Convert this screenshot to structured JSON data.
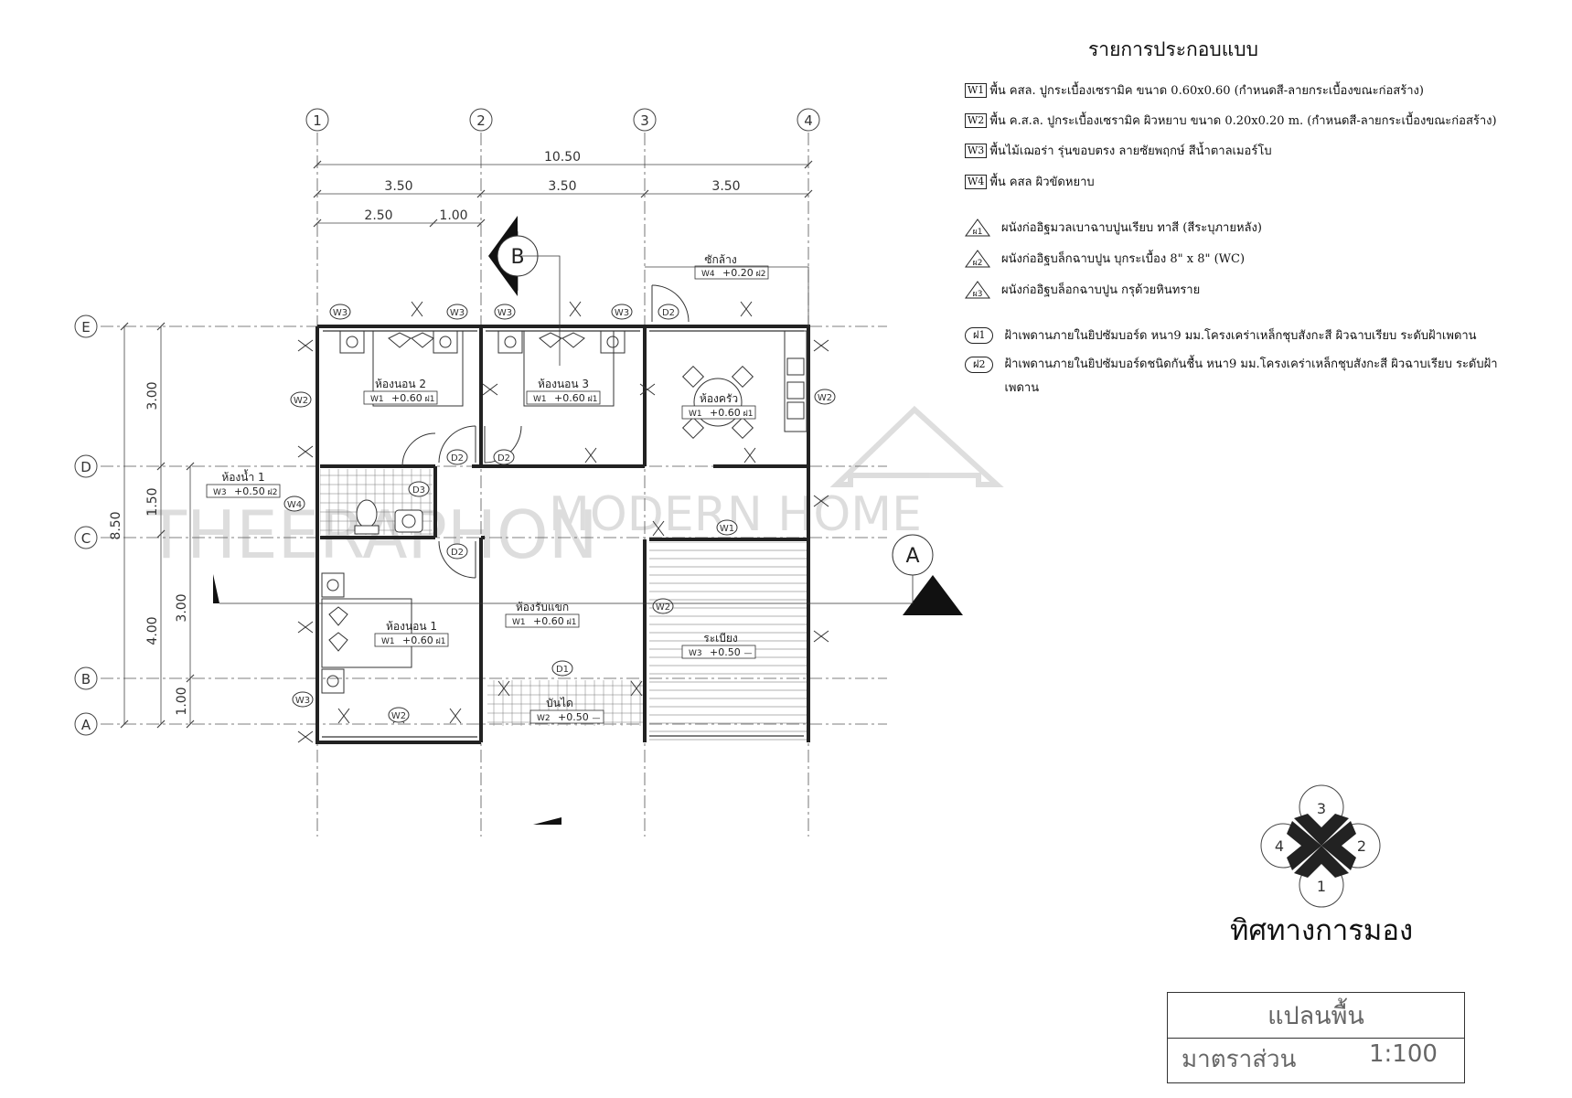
{
  "plan": {
    "grid_top": [
      "1",
      "2",
      "3",
      "4"
    ],
    "grid_left": [
      "E",
      "D",
      "C",
      "B",
      "A"
    ],
    "dim_total": "10.50",
    "dim_bays": [
      "3.50",
      "3.50",
      "3.50"
    ],
    "dim_sub": [
      "2.50",
      "1.00"
    ],
    "dim_total_v": "8.50",
    "dim_v_outer": [
      "3.00",
      "1.50",
      "4.00"
    ],
    "dim_v_inner": [
      "3.00",
      "1.00"
    ],
    "section_a": "A",
    "section_b": "B",
    "rooms": [
      {
        "name": "ห้องนอน 2",
        "code": "W1",
        "level": "+0.60",
        "ceiling": "ฝ1"
      },
      {
        "name": "ห้องนอน 3",
        "code": "W1",
        "level": "+0.60",
        "ceiling": "ฝ1"
      },
      {
        "name": "ห้องครัว",
        "code": "W1",
        "level": "+0.60",
        "ceiling": "ฝ1"
      },
      {
        "name": "ห้องน้ำ 1",
        "code": "W3",
        "level": "+0.50",
        "ceiling": "ฝ2"
      },
      {
        "name": "ห้องนอน 1",
        "code": "W1",
        "level": "+0.60",
        "ceiling": "ฝ1"
      },
      {
        "name": "ห้องรับแขก",
        "code": "W1",
        "level": "+0.60",
        "ceiling": "ฝ1"
      },
      {
        "name": "ระเบียง",
        "code": "W3",
        "level": "+0.50",
        "ceiling": "—"
      },
      {
        "name": "บันได",
        "code": "W2",
        "level": "+0.50",
        "ceiling": "—"
      },
      {
        "name": "ซักล้าง",
        "code": "W4",
        "level": "+0.20",
        "ceiling": "ฝ2"
      }
    ],
    "tags": {
      "w1": "W1",
      "w2": "W2",
      "w3": "W3",
      "w4": "W4",
      "d1": "D1",
      "d2": "D2",
      "d3": "D3"
    },
    "watermark_top": "MODERN HOME",
    "watermark_left": "THEERAPHON"
  },
  "legend": {
    "title": "รายการประกอบแบบ",
    "floors": [
      {
        "code": "W1",
        "text": "พื้น คสล. ปูกระเบื้องเซรามิค ขนาด 0.60x0.60 (กำหนดสี-ลายกระเบื้องขณะก่อสร้าง)"
      },
      {
        "code": "W2",
        "text": "พื้น ค.ส.ล. ปูกระเบื้องเซรามิค ผิวหยาบ ขนาด 0.20x0.20 m. (กำหนดสี-ลายกระเบื้องขณะก่อสร้าง)"
      },
      {
        "code": "W3",
        "text": "พื้นไม้เฌอร่า รุ่นขอบตรง ลายซัยพฤกษ์ สีน้ำตาลเมอร์โบ"
      },
      {
        "code": "W4",
        "text": "พื้น คสล ผิวขัดหยาบ"
      }
    ],
    "walls": [
      {
        "code": "ผ1",
        "text": "ผนังก่ออิฐมวลเบาฉาบปูนเรียบ ทาสี (สีระบุภายหลัง)"
      },
      {
        "code": "ผ2",
        "text": "ผนังก่ออิฐบล็กฉาบปูน บุกระเบื้อง 8\" x 8\" (WC)"
      },
      {
        "code": "ผ3",
        "text": "ผนังก่ออิฐบล็อกฉาบปูน กรุด้วยหินทราย"
      }
    ],
    "ceilings": [
      {
        "code": "ฝ1",
        "text": "ฝ้าเพดานภายในยิปซัมบอร์ด หนา9 มม.โครงเคร่าเหล็กชุบสังกะสี ผิวฉาบเรียบ ระดับฝ้าเพดาน"
      },
      {
        "code": "ฝ2",
        "text": "ฝ้าเพดานภายในยิปซัมบอร์ดชนิดกันชื้น หนา9 มม.โครงเคร่าเหล็กชุบสังกะสี ผิวฉาบเรียบ ระดับฝ้าเพดาน"
      }
    ]
  },
  "view": {
    "labels": [
      "3",
      "2",
      "1",
      "4"
    ],
    "title": "ทิศทางการมอง"
  },
  "title_block": {
    "name": "แปลนพื้น",
    "scale_label": "มาตราส่วน",
    "scale_value": "1:100"
  }
}
